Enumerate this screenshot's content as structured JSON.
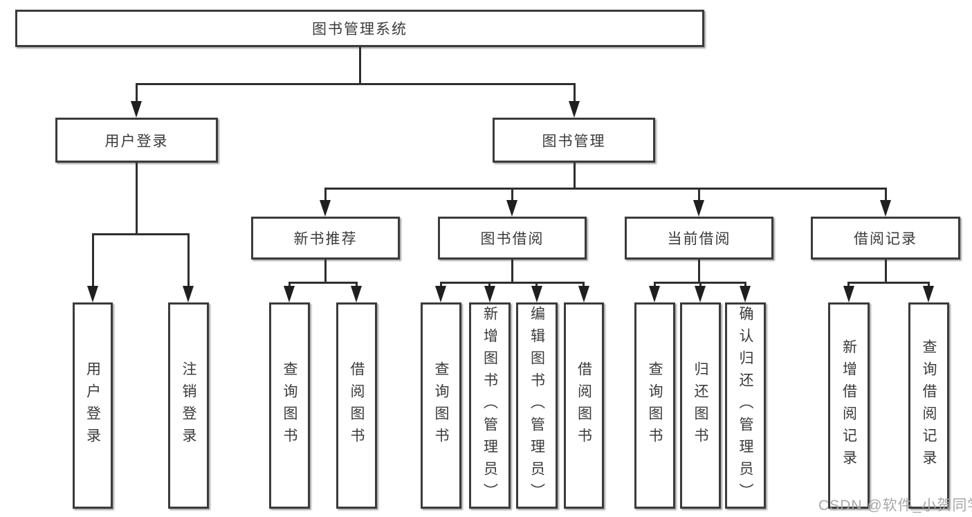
{
  "nodes": {
    "root": "图书管理系统",
    "user_login": "用户登录",
    "book_management": "图书管理",
    "new_book_recommend": "新书推荐",
    "book_borrow": "图书借阅",
    "current_borrow": "当前借阅",
    "borrow_records": "借阅记录",
    "leaf_user_login": "用户登录",
    "leaf_logout": "注销登录",
    "leaf_recommend_query_books": "查询图书",
    "leaf_recommend_borrow_books": "借阅图书",
    "leaf_borrow_query_books": "查询图书",
    "leaf_borrow_add_books": "新增图书（管理员）",
    "leaf_borrow_edit_books": "编辑图书（管理员）",
    "leaf_borrow_borrow_books": "借阅图书",
    "leaf_current_query_books": "查询图书",
    "leaf_current_return_books": "归还图书",
    "leaf_current_confirm_return": "确认归还（管理员）",
    "leaf_records_add_record": "新增借阅记录",
    "leaf_records_query_record": "查询借阅记录"
  },
  "watermark": "CSDN @软件_小贺同学",
  "colors": {
    "line": "#2e2e2e",
    "box_border": "#3b3b3b",
    "text": "#3a3a3a",
    "watermark": "#a8a8a8",
    "background": "#ffffff"
  }
}
